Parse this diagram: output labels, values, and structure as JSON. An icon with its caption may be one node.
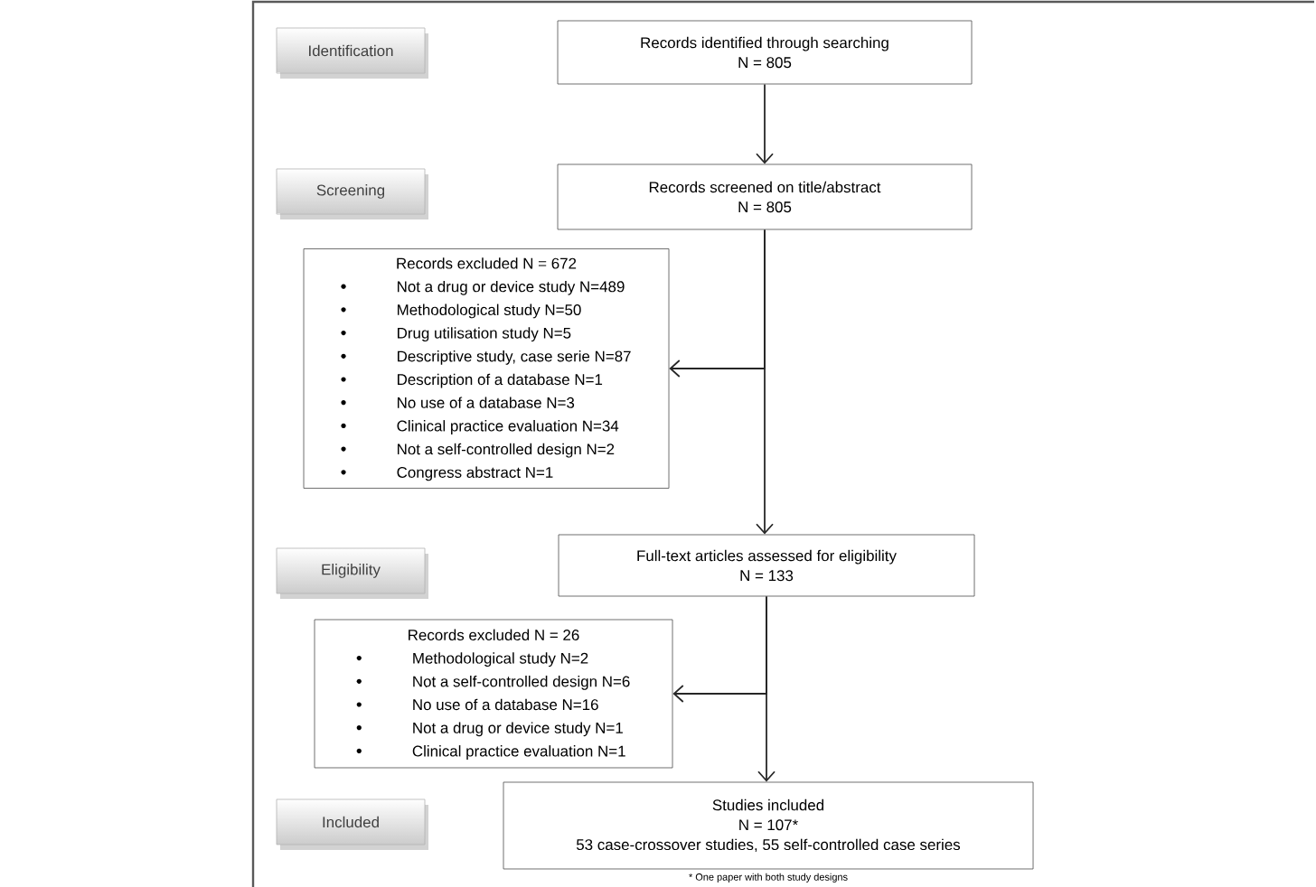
{
  "diagram": {
    "nodes": [
      {
        "text": [
          "Identification"
        ]
      },
      {
        "text": [
          "Records identified through searching",
          "N = 805"
        ]
      },
      {
        "text": [
          "Screening"
        ]
      },
      {
        "text": [
          "Records screened on title/abstract",
          "N = 805"
        ]
      },
      {
        "text": [
          "Records excluded N = 672",
          "Not a drug or device study N=489",
          "Methodological study N=50",
          "Drug utilisation study N=5",
          "Descriptive study, case serie N=87",
          "Description of a database N=1",
          "No use of a database N=3",
          "Clinical practice evaluation N=34",
          "Not a self-controlled design N=2",
          "Congress abstract N=1"
        ]
      },
      {
        "text": [
          "Eligibility"
        ]
      },
      {
        "text": [
          "Full-text articles assessed for eligibility",
          "N = 133"
        ]
      },
      {
        "text": [
          "Records excluded N = 26",
          "Methodological study N=2",
          "Not a self-controlled design N=6",
          "No use of a database N=16",
          "Not a drug or device study N=1",
          "Clinical practice evaluation N=1"
        ]
      },
      {
        "text": [
          "Included"
        ]
      },
      {
        "text": [
          "Studies included",
          "N = 107*",
          "53 case-crossover studies, 55 self-controlled case series"
        ],
        "beside": [
          "* One paper with both study designs"
        ]
      }
    ],
    "edges": [
      {
        "from": 1,
        "to": 3,
        "arrow": "to"
      },
      {
        "from": 3,
        "to": 6,
        "arrow": "to"
      },
      {
        "from": 3,
        "to": 4,
        "arrow": "to"
      },
      {
        "from": 6,
        "to": 9,
        "arrow": "to"
      },
      {
        "from": 6,
        "to": 7,
        "arrow": "to"
      }
    ]
  }
}
